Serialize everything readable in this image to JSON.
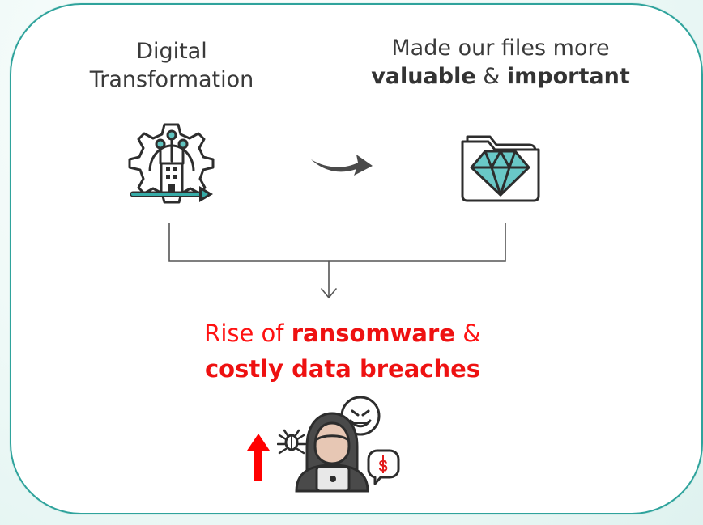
{
  "texts": {
    "left_line1": "Digital",
    "left_line2": "Transformation",
    "right_line1": "Made our files more",
    "right_bold1": "valuable",
    "right_amp": "&",
    "right_bold2": "important",
    "result_line1_prefix": "Rise of",
    "result_bold1": "ransomware",
    "result_amp": "&",
    "result_bold2": "costly data breaches"
  },
  "icons": {
    "left": "digital-transformation-icon",
    "arrow": "curved-arrow-icon",
    "right": "diamond-folder-icon",
    "down": "down-arrow-icon",
    "hacker": "hacker-icon",
    "red_up": "red-up-arrow-icon"
  },
  "colors": {
    "teal": "#2fa39c",
    "accent_red": "#ff1212",
    "dark_gray": "#3a3a3a",
    "diamond": "#6cc9c8"
  }
}
